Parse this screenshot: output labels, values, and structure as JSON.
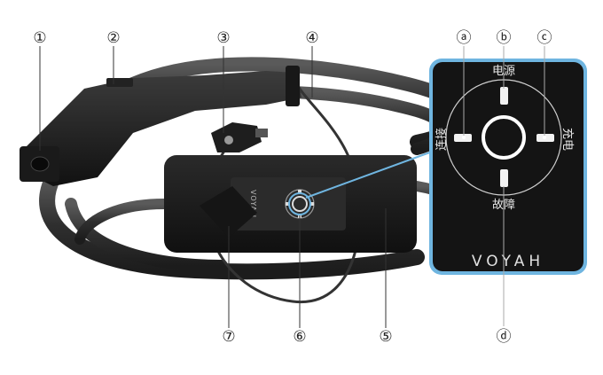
{
  "callouts": {
    "n1": "①",
    "n2": "②",
    "n3": "③",
    "n4": "④",
    "n5": "⑤",
    "n6": "⑥",
    "n7": "⑦",
    "a": "ⓐ",
    "b": "ⓑ",
    "c": "ⓒ",
    "d": "ⓓ"
  },
  "panel": {
    "label_power": "电源",
    "label_charge": "充电",
    "label_fault": "故障",
    "label_connect": "连接",
    "brand": "VOYAH"
  },
  "device": {
    "brand": "VOYAH"
  },
  "colors": {
    "highlight": "#6fb5e0",
    "panel_bg": "#141414",
    "cable": "#3a3a3a"
  }
}
